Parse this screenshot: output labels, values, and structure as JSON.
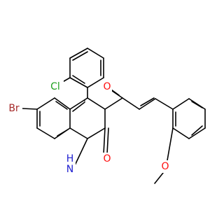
{
  "labels": {
    "chlorine": "Cl",
    "bromine": "Br",
    "ketone_oxygen": "O",
    "lactam_oxygen": "O",
    "amine": "H",
    "nitrogen": "N",
    "ether_oxygen": "O"
  },
  "colors": {
    "bond": "#000000",
    "chlorine": "#1fa01f",
    "bromine": "#a52a2a",
    "oxygen": "#ff0d0d",
    "nitrogen": "#2020d0"
  }
}
